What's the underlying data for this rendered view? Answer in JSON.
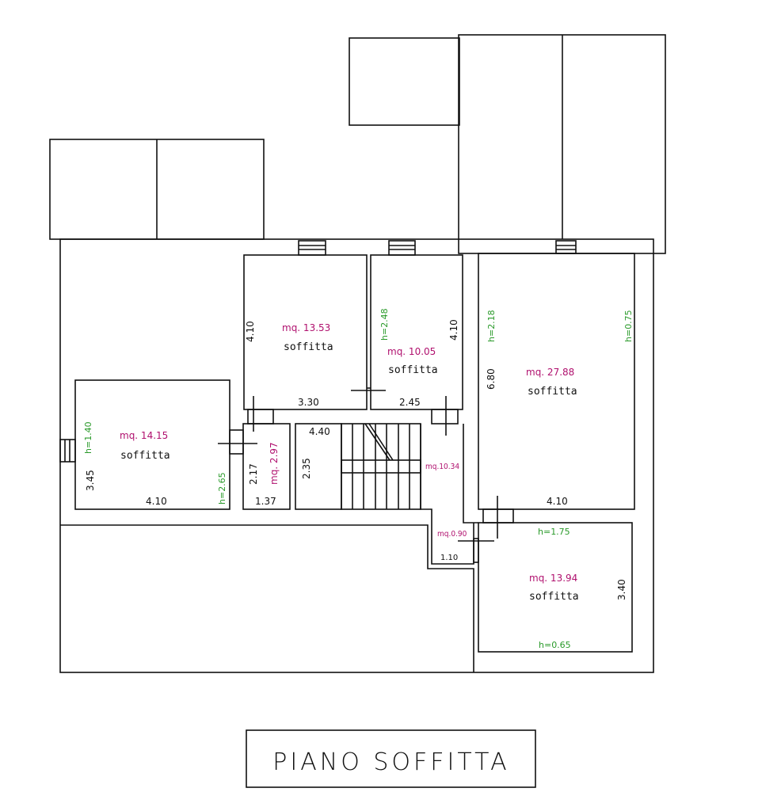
{
  "title": "PIANO SOFFITTA",
  "colors": {
    "area": "#b0106e",
    "height": "#2a9a2a",
    "wall": "#111111"
  },
  "rooms": [
    {
      "label": "soffitta",
      "area": "mq. 13.53",
      "dims": [
        "4.10",
        "3.30"
      ]
    },
    {
      "label": "soffitta",
      "area": "mq. 10.05",
      "height": "h=2.48",
      "dims": [
        "4.10",
        "2.45"
      ]
    },
    {
      "label": "soffitta",
      "area": "mq. 27.88",
      "heights": [
        "h=2.18",
        "h=0.75"
      ],
      "dims": [
        "6.80",
        "4.10"
      ]
    },
    {
      "label": "soffitta",
      "area": "mq. 14.15",
      "heights": [
        "h=1.40",
        "h=2.65"
      ],
      "dims": [
        "3.45",
        "4.10"
      ]
    },
    {
      "area": "mq. 2.97",
      "dims": [
        "2.17",
        "1.37"
      ]
    },
    {
      "dims": [
        "4.40",
        "2.35"
      ]
    },
    {
      "area": "mq.10.34"
    },
    {
      "area": "mq.0.90",
      "dims": [
        "1.10"
      ]
    },
    {
      "label": "soffitta",
      "area": "mq. 13.94",
      "heights": [
        "h=1.75",
        "h=0.65"
      ],
      "dims": [
        "3.40"
      ]
    }
  ]
}
